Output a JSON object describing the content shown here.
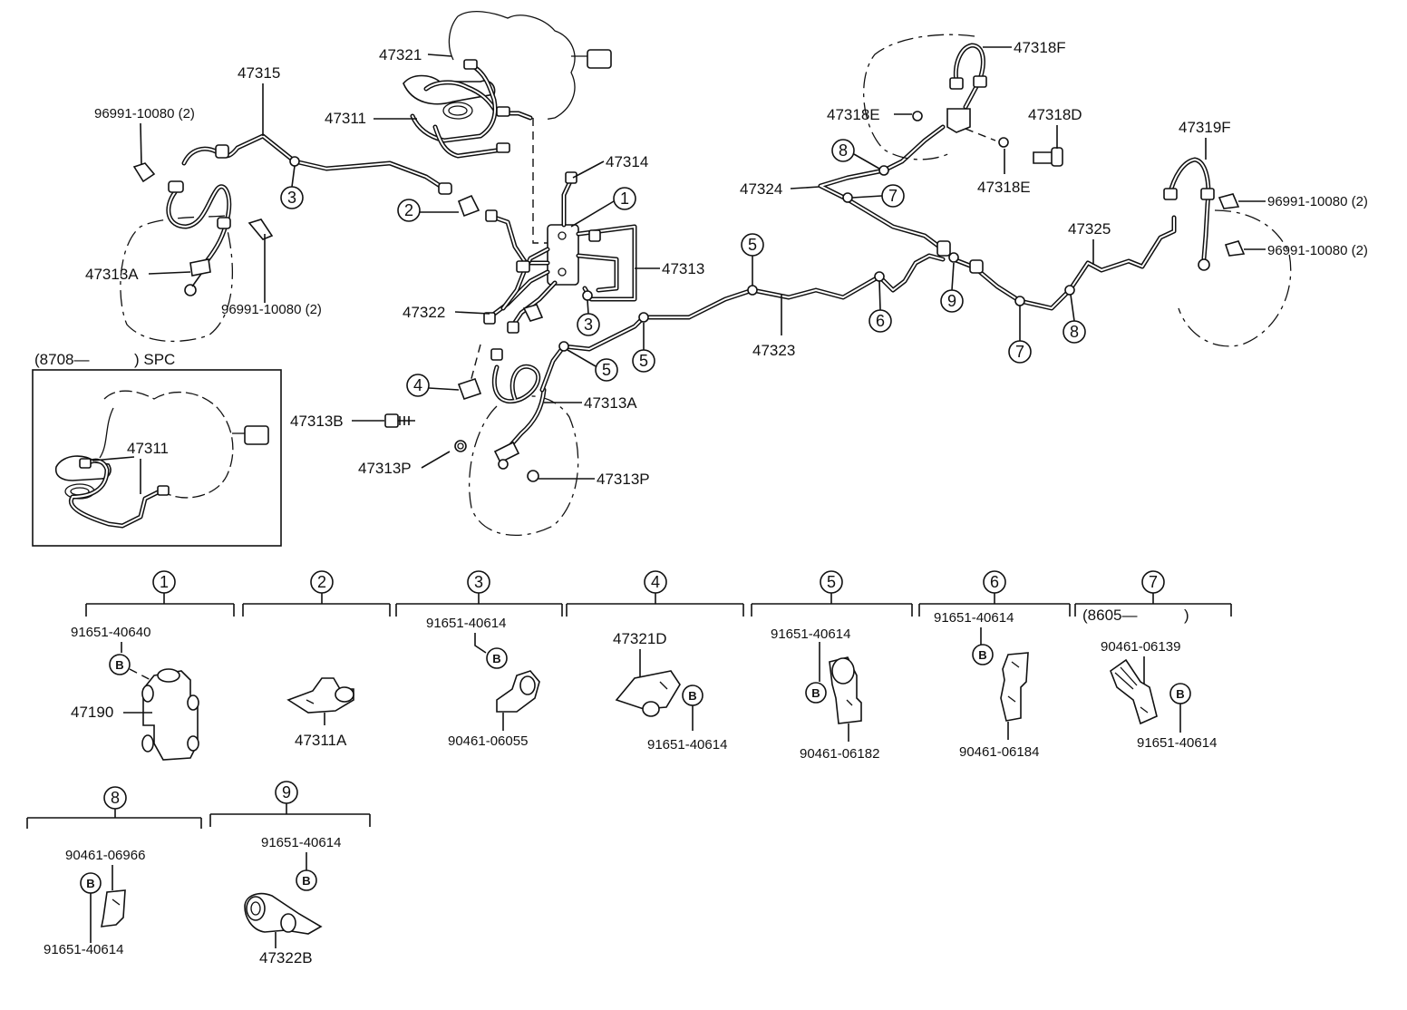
{
  "callouts": {
    "p47321": "47321",
    "p47315": "47315",
    "p96991_top_left": "96991-10080 (2)",
    "p47311_top": "47311",
    "p47314": "47314",
    "p47313": "47313",
    "p47322": "47322",
    "p47313A_left": "47313A",
    "p96991_left_lower": "96991-10080 (2)",
    "p47318F": "47318F",
    "p47318E_top": "47318E",
    "p47318D": "47318D",
    "p47318E_bottom": "47318E",
    "p47319F": "47319F",
    "p47324": "47324",
    "p96991_right_top": "96991-10080 (2)",
    "p96991_right_bottom": "96991-10080 (2)",
    "p47325": "47325",
    "p47323": "47323",
    "p47313A_center": "47313A",
    "p47313B": "47313B",
    "p47313P_left": "47313P",
    "p47313P_right": "47313P"
  },
  "inset": {
    "label_left": "(8708—",
    "label_right": ") SPC",
    "part": "47311"
  },
  "bolt_letter": "B",
  "details": [
    {
      "num": "1",
      "parts": [
        "91651-40640",
        "47190"
      ]
    },
    {
      "num": "2",
      "parts": [
        "47311A"
      ]
    },
    {
      "num": "3",
      "parts": [
        "91651-40614",
        "90461-06055"
      ]
    },
    {
      "num": "4",
      "parts": [
        "47321D",
        "91651-40614"
      ]
    },
    {
      "num": "5",
      "parts": [
        "91651-40614",
        "90461-06182"
      ]
    },
    {
      "num": "6",
      "parts": [
        "91651-40614",
        "90461-06184"
      ]
    },
    {
      "num": "7",
      "parts": [
        "(8605—",
        ")",
        "90461-06139",
        "91651-40614"
      ]
    },
    {
      "num": "8",
      "parts": [
        "90461-06966",
        "91651-40614"
      ]
    },
    {
      "num": "9",
      "parts": [
        "91651-40614",
        "47322B"
      ]
    }
  ]
}
